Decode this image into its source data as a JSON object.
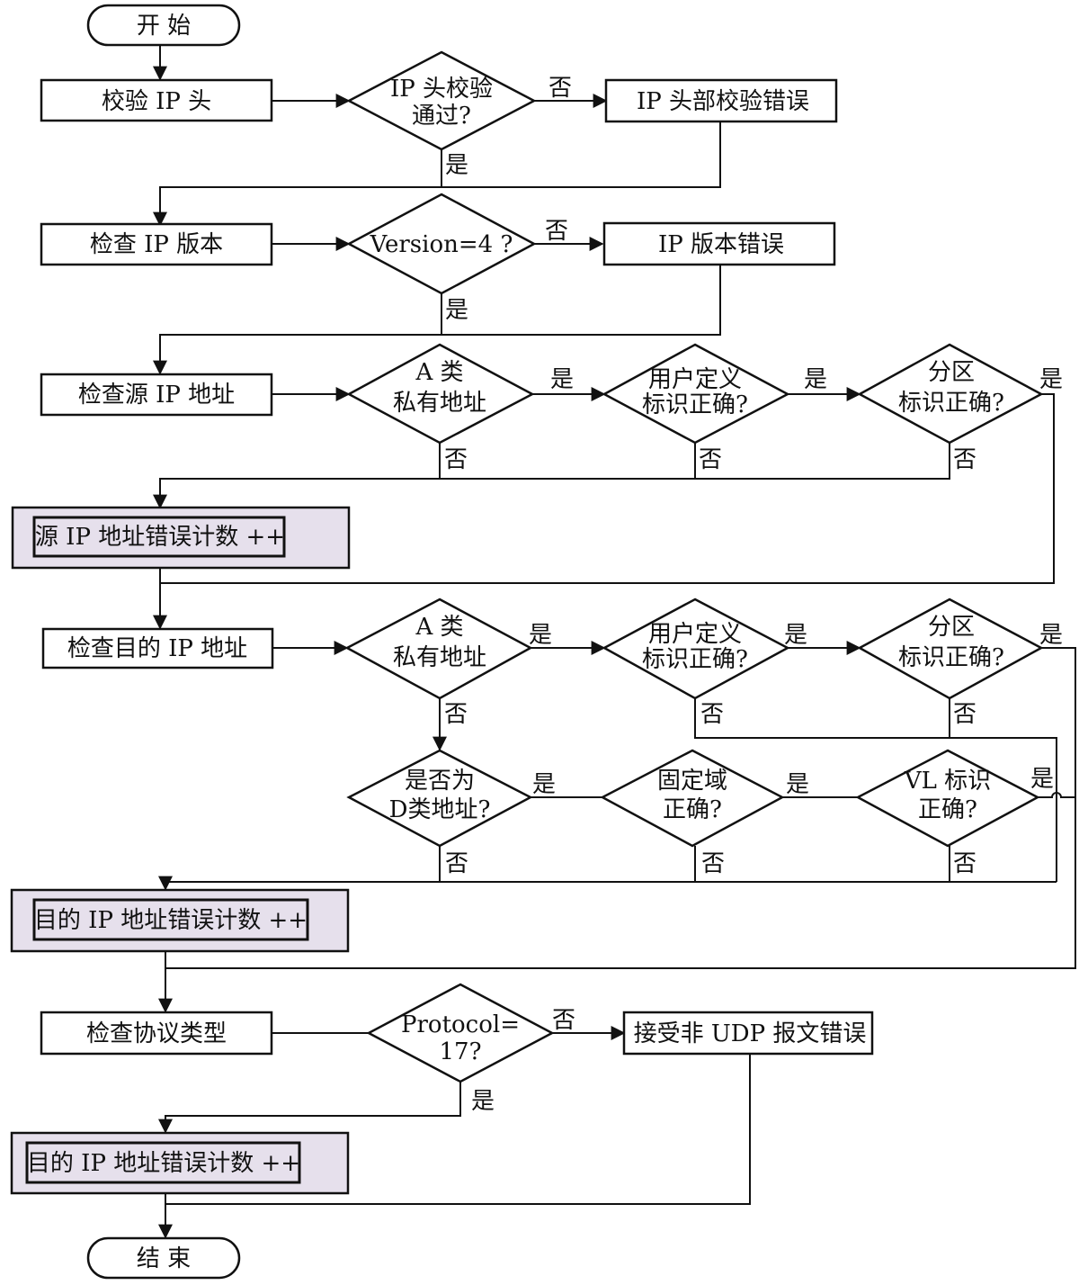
{
  "nodes": {
    "start": {
      "lines": [
        "开  始"
      ]
    },
    "check_header": {
      "lines": [
        "校验 IP 头"
      ]
    },
    "header_ok": {
      "lines": [
        "IP 头校验",
        "通过?"
      ]
    },
    "header_error": {
      "lines": [
        "IP 头部校验错误"
      ]
    },
    "check_version": {
      "lines": [
        "检查 IP 版本"
      ]
    },
    "version_ok": {
      "lines": [
        "Version=4 ?"
      ]
    },
    "version_error": {
      "lines": [
        "IP 版本错误"
      ]
    },
    "check_src": {
      "lines": [
        "检查源 IP 地址"
      ]
    },
    "src_class_a": {
      "lines": [
        "A 类",
        "私有地址"
      ]
    },
    "src_user": {
      "lines": [
        "用户定义",
        "标识正确?"
      ]
    },
    "src_partition": {
      "lines": [
        "分区",
        "标识正确?"
      ]
    },
    "src_error": {
      "lines": [
        "源 IP 地址错误计数 ++"
      ]
    },
    "check_dst": {
      "lines": [
        "检查目的 IP 地址"
      ]
    },
    "dst_class_a": {
      "lines": [
        "A 类",
        "私有地址"
      ]
    },
    "dst_user": {
      "lines": [
        "用户定义",
        "标识正确?"
      ]
    },
    "dst_partition": {
      "lines": [
        "分区",
        "标识正确?"
      ]
    },
    "dst_class_d": {
      "lines": [
        "是否为",
        "D类地址?"
      ]
    },
    "dst_fixed": {
      "lines": [
        "固定域",
        "正确?"
      ]
    },
    "dst_vl": {
      "lines": [
        "VL 标识",
        "正确?"
      ]
    },
    "dst_error": {
      "lines": [
        "目的 IP 地址错误计数 ++"
      ]
    },
    "check_protocol": {
      "lines": [
        "检查协议类型"
      ]
    },
    "protocol_ok": {
      "lines": [
        "Protocol=",
        "17?"
      ]
    },
    "udp_error": {
      "lines": [
        "接受非 UDP 报文错误"
      ]
    },
    "dst_error_2": {
      "lines": [
        "目的 IP 地址错误计数 ++"
      ]
    },
    "end": {
      "lines": [
        "结  束"
      ]
    }
  },
  "edge_labels": {
    "yes": "是",
    "no": "否"
  }
}
